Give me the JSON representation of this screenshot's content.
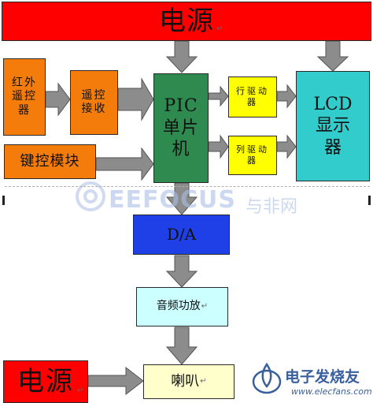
{
  "blocks": {
    "power_top": "电源",
    "ir_remote": "红外\n遥控\n器",
    "remote_receive": "遥控\n接收",
    "key_module": "键控模块",
    "pic_mcu": "PIC\n单片\n机",
    "row_driver": "行驱动\n器",
    "col_driver": "列驱动\n器",
    "lcd_display": "LCD\n显示\n器",
    "da": "D/A",
    "audio_amp": "音频功放",
    "power_bottom": "电源",
    "speaker": "喇叭"
  },
  "paragraph_mark": "↵",
  "watermarks": {
    "eefocus_brand": "EEFOCUS",
    "eefocus_cn": "与非网",
    "elecfans_brand": "电子发烧友",
    "elecfans_url": "www.elecfans.com"
  },
  "colors": {
    "power": "#ff0000",
    "input_blocks": "#f47c0a",
    "pic": "#2e8a4f",
    "drivers": "#ffff00",
    "lcd": "#33cccc",
    "da": "#1f40e6",
    "amp": "#ccffff",
    "speaker": "#ffffcc",
    "arrow": "#8c8c8c"
  }
}
